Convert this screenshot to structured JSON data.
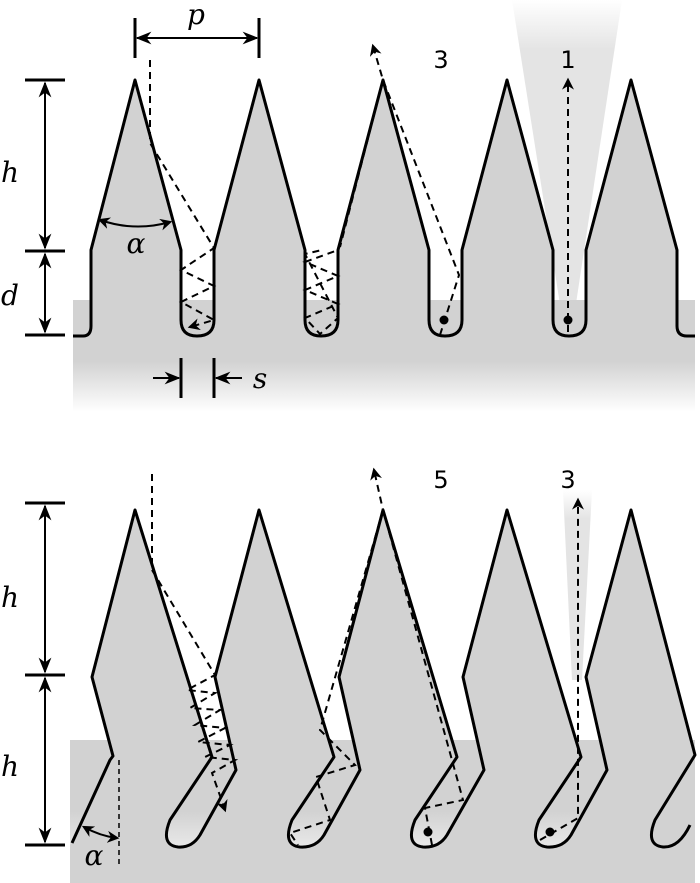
{
  "figure": {
    "description": "Two panels showing light trapping in serrated / sawtooth grooved surfaces; top panel straight grooves with slots, bottom panel chevron (bent) grooves",
    "colors": {
      "fill": "#d2d2d2",
      "beam": "#e6e6e6",
      "stroke": "#000000",
      "background": "#ffffff"
    }
  },
  "top_panel": {
    "labels": {
      "pitch": "p",
      "height": "h",
      "depth": "d",
      "angle": "α",
      "slot_width": "s"
    },
    "reflection_counts": {
      "slot3_label": "3",
      "slot4_label": "1"
    }
  },
  "bottom_panel": {
    "labels": {
      "height_upper": "h",
      "height_lower": "h",
      "angle": "α"
    },
    "reflection_counts": {
      "slot3_label": "5",
      "slot4_label": "3"
    }
  }
}
